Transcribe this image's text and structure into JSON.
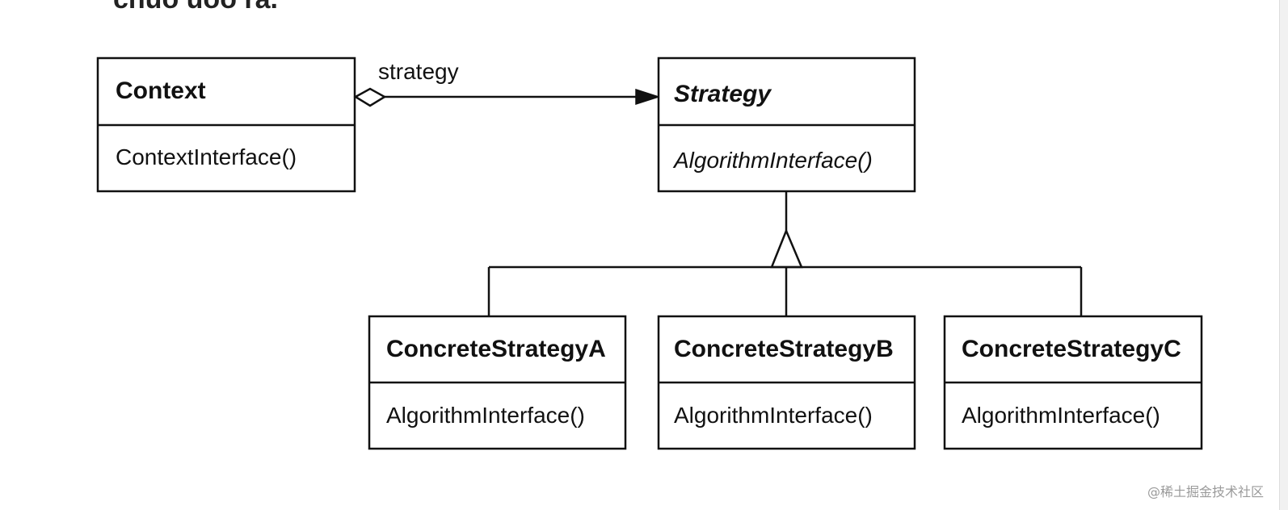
{
  "heading_partial": "chuo uoo ra.",
  "diagram": {
    "context": {
      "name": "Context",
      "operation": "ContextInterface()"
    },
    "association": {
      "role": "strategy"
    },
    "strategy": {
      "name": "Strategy",
      "operation": "AlgorithmInterface()",
      "abstract": true
    },
    "concrete": [
      {
        "name": "ConcreteStrategyA",
        "operation": "AlgorithmInterface()"
      },
      {
        "name": "ConcreteStrategyB",
        "operation": "AlgorithmInterface()"
      },
      {
        "name": "ConcreteStrategyC",
        "operation": "AlgorithmInterface()"
      }
    ]
  },
  "watermark": "@稀土掘金技术社区",
  "colors": {
    "line": "#111111",
    "background": "#ffffff",
    "watermark": "#9a9a9a"
  }
}
